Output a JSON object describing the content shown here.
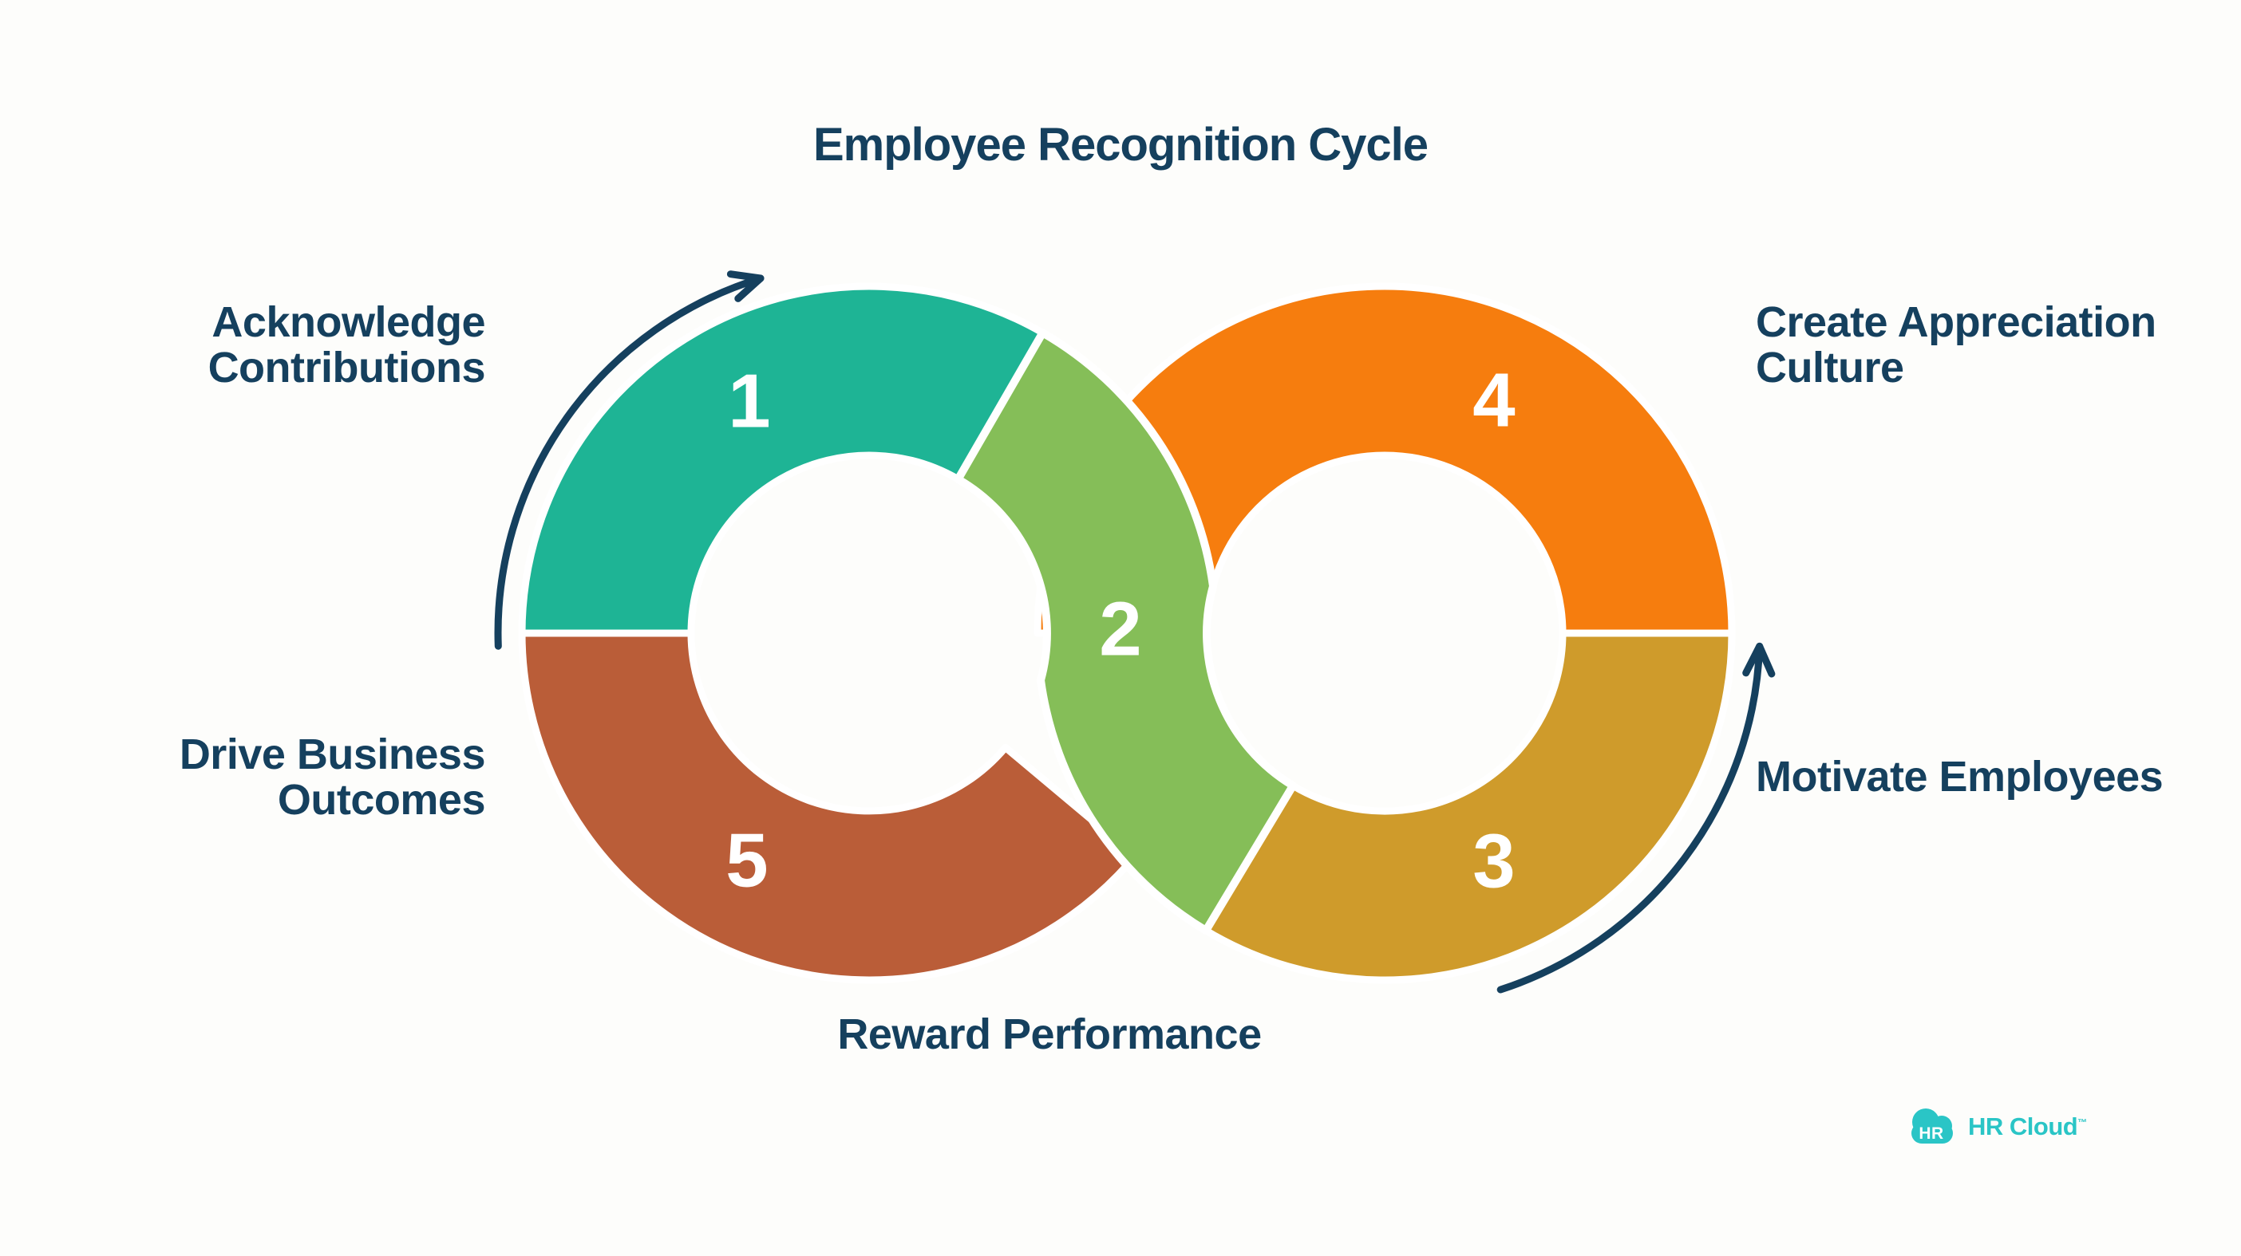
{
  "title": "Employee Recognition Cycle",
  "colors": {
    "navy": "#15405E",
    "background": "#FDFDFB",
    "keyline": "#FFFFFF",
    "number_text": "#FFFFFF",
    "logo_teal": "#2AC5C6"
  },
  "steps": [
    {
      "number": "1",
      "label": "Acknowledge Contributions",
      "label_lines": [
        "Acknowledge",
        "Contributions"
      ],
      "color": "#1EB495"
    },
    {
      "number": "2",
      "label": "Reward Performance",
      "label_lines": [
        "Reward Performance"
      ],
      "color": "#85BE58"
    },
    {
      "number": "3",
      "label": "Motivate Employees",
      "label_lines": [
        "Motivate Employees"
      ],
      "color": "#CF9B2B"
    },
    {
      "number": "4",
      "label": "Create Appreciation Culture",
      "label_lines": [
        "Create Appreciation",
        "Culture"
      ],
      "color": "#F67D0E"
    },
    {
      "number": "5",
      "label": "Drive Business Outcomes",
      "label_lines": [
        "Drive Business",
        "Outcomes"
      ],
      "color": "#BA5D38"
    }
  ],
  "logo": {
    "icon_text": "HR",
    "brand": "HR Cloud",
    "trademark": "™"
  }
}
